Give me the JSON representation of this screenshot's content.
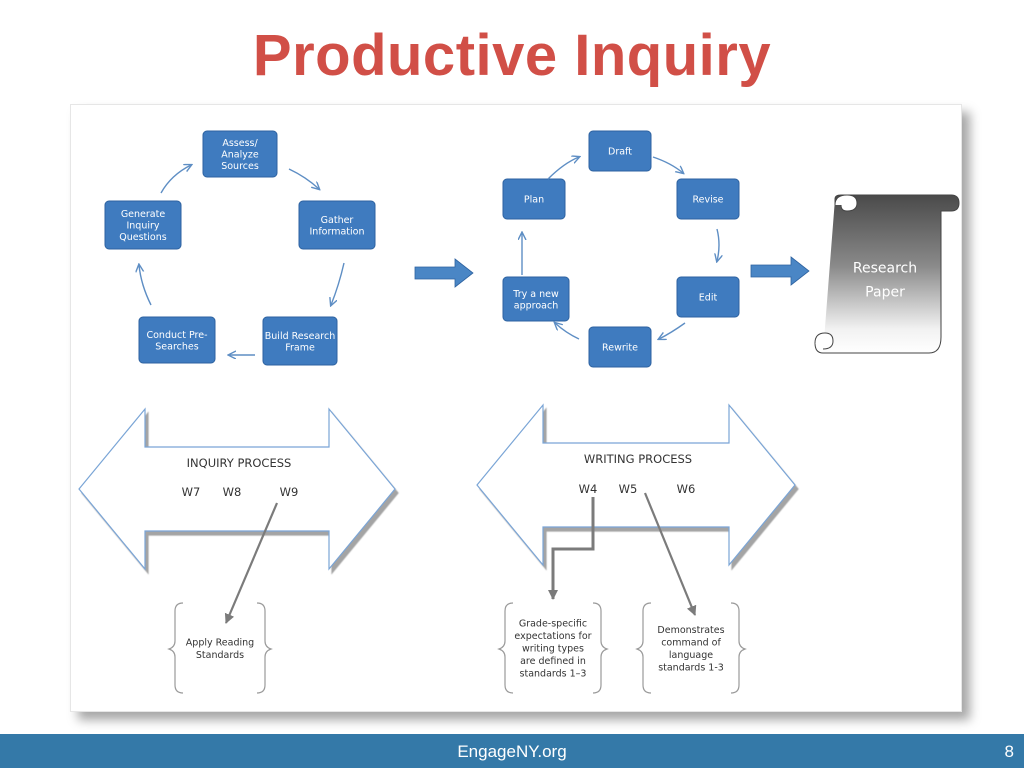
{
  "slide": {
    "title": "Productive Inquiry",
    "footer_site": "EngageNY.org",
    "page_number": "8"
  },
  "colors": {
    "title": "#d14f47",
    "node_fill": "#3f7bbf",
    "footer": "#3479a8",
    "arrow": "#4a86c5"
  },
  "inquiry_cycle": {
    "nodes": [
      {
        "id": "assess",
        "lines": [
          "Assess/",
          "Analyze",
          "Sources"
        ]
      },
      {
        "id": "gather",
        "lines": [
          "Gather",
          "Information"
        ]
      },
      {
        "id": "build",
        "lines": [
          "Build Research",
          "Frame"
        ]
      },
      {
        "id": "conduct",
        "lines": [
          "Conduct Pre-",
          "Searches"
        ]
      },
      {
        "id": "generate",
        "lines": [
          "Generate",
          "Inquiry",
          "Questions"
        ]
      }
    ]
  },
  "writing_cycle": {
    "nodes": [
      {
        "id": "draft",
        "lines": [
          "Draft"
        ]
      },
      {
        "id": "revise",
        "lines": [
          "Revise"
        ]
      },
      {
        "id": "edit",
        "lines": [
          "Edit"
        ]
      },
      {
        "id": "rewrite",
        "lines": [
          "Rewrite"
        ]
      },
      {
        "id": "try",
        "lines": [
          "Try a new",
          "approach"
        ]
      },
      {
        "id": "plan",
        "lines": [
          "Plan"
        ]
      }
    ]
  },
  "research_paper": {
    "lines": [
      "Research",
      "Paper"
    ]
  },
  "inquiry_process": {
    "label": "INQUIRY PROCESS",
    "standards": [
      "W7",
      "W8",
      "W9"
    ]
  },
  "writing_process": {
    "label": "WRITING PROCESS",
    "standards": [
      "W4",
      "W5",
      "W6"
    ]
  },
  "callouts": [
    {
      "id": "apply",
      "lines": [
        "Apply Reading",
        "Standards"
      ]
    },
    {
      "id": "grade",
      "lines": [
        "Grade-specific",
        "expectations for",
        "writing types",
        "are defined in",
        "standards 1–3"
      ]
    },
    {
      "id": "command",
      "lines": [
        "Demonstrates",
        "command of",
        "language",
        "standards 1-3"
      ]
    }
  ]
}
